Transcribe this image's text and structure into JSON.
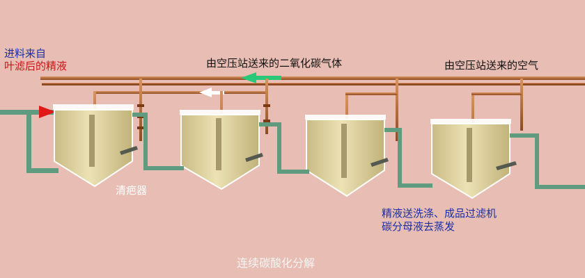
{
  "labels": {
    "inlet_line1": "进料来自",
    "inlet_line2": "叶滤后的精液",
    "co2_line": "由空压站送来的二氧化碳气体",
    "air_line": "由空压站送来的空气",
    "scrubber": "清疤器",
    "outlet_line1": "精液送洗涤、成品过滤机",
    "outlet_line2": "碳分母液去蒸发",
    "title": "连续碳酸化分解"
  },
  "colors": {
    "background": "#e8bdb3",
    "pipe_copper": "#b4663a",
    "pipe_green": "#5f9c7f",
    "tank_liquid": "#d9cd9a",
    "arrow_red": "#e01818",
    "arrow_green": "#28c878",
    "arrow_white": "#ffffff"
  }
}
